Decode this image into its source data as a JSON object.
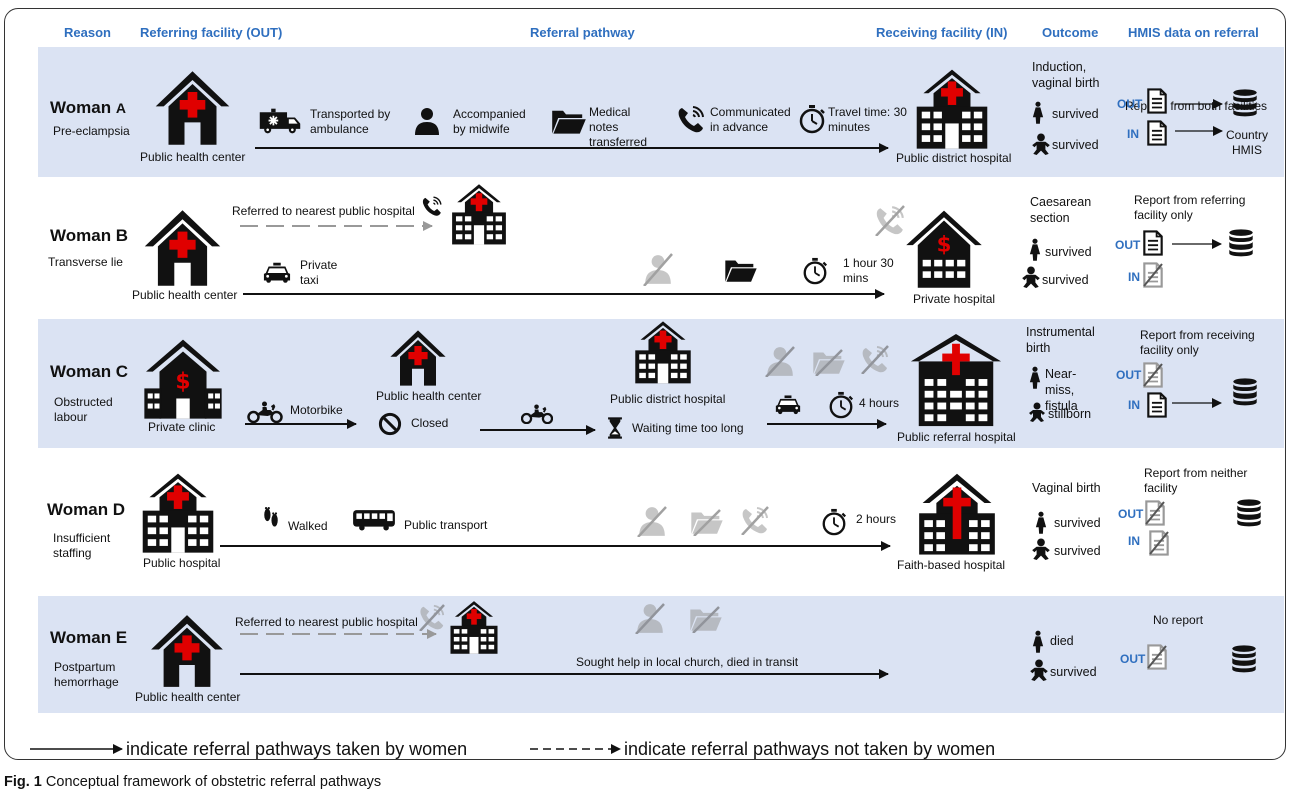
{
  "headers": {
    "reason": "Reason",
    "referring": "Referring facility (OUT)",
    "pathway": "Referral pathway",
    "receiving": "Receiving facility (IN)",
    "outcome": "Outcome",
    "hmis": "HMIS data on referral"
  },
  "rows": {
    "a": {
      "woman": "Woman",
      "letter": "A",
      "reason": "Pre-eclampsia",
      "origin": "Public health center",
      "ambulance": "Transported by ambulance",
      "midwife": "Accompanied by midwife",
      "notes": "Medical notes transferred",
      "communicated": "Communicated in advance",
      "travel": "Travel time: 30 minutes",
      "destination": "Public district hospital",
      "outcome": "Induction, vaginal birth",
      "mother": "survived",
      "baby": "survived",
      "hmis": "Reports from both facilities",
      "out": "OUT",
      "in": "IN",
      "country": "Country HMIS"
    },
    "b": {
      "woman": "Woman B",
      "reason": "Transverse lie",
      "origin": "Public health center",
      "referred": "Referred to nearest public hospital",
      "taxi": "Private taxi",
      "travel": "1 hour 30 mins",
      "destination": "Private hospital",
      "outcome": "Caesarean section",
      "mother": "survived",
      "baby": "survived",
      "hmis": "Report from referring facility only",
      "out": "OUT",
      "in": "IN"
    },
    "c": {
      "woman": "Woman C",
      "reason": "Obstructed labour",
      "origin": "Private clinic",
      "motorbike": "Motorbike",
      "stop1": "Public health center",
      "closed": "Closed",
      "stop2": "Public district hospital",
      "waiting": "Waiting time too long",
      "travel": "4 hours",
      "destination": "Public referral hospital",
      "outcome": "Instrumental birth",
      "mother": "Near-miss, fistula",
      "baby": "stillborn",
      "hmis": "Report from receiving facility only",
      "out": "OUT",
      "in": "IN"
    },
    "d": {
      "woman": "Woman D",
      "reason": "Insufficient staffing",
      "origin": "Public hospital",
      "walked": "Walked",
      "transport": "Public transport",
      "travel": "2 hours",
      "destination": "Faith-based hospital",
      "outcome": "Vaginal birth",
      "mother": "survived",
      "baby": "survived",
      "hmis": "Report from neither facility",
      "out": "OUT",
      "in": "IN"
    },
    "e": {
      "woman": "Woman E",
      "reason": "Postpartum hemorrhage",
      "origin": "Public health center",
      "referred": "Referred to nearest public hospital",
      "sought": "Sought help in local church, died in transit",
      "mother": "died",
      "baby": "survived",
      "hmis": "No report",
      "out": "OUT"
    }
  },
  "legend": {
    "taken": "indicate referral pathways taken by women",
    "not_taken": "indicate referral pathways not taken by women"
  },
  "caption": {
    "label": "Fig. 1",
    "text": "Conceptual framework of obstetric referral pathways"
  },
  "colors": {
    "band": "#dbe3f3",
    "header": "#2f6fbf",
    "cross": "#e00000",
    "greyed": "#aaaaaa"
  }
}
